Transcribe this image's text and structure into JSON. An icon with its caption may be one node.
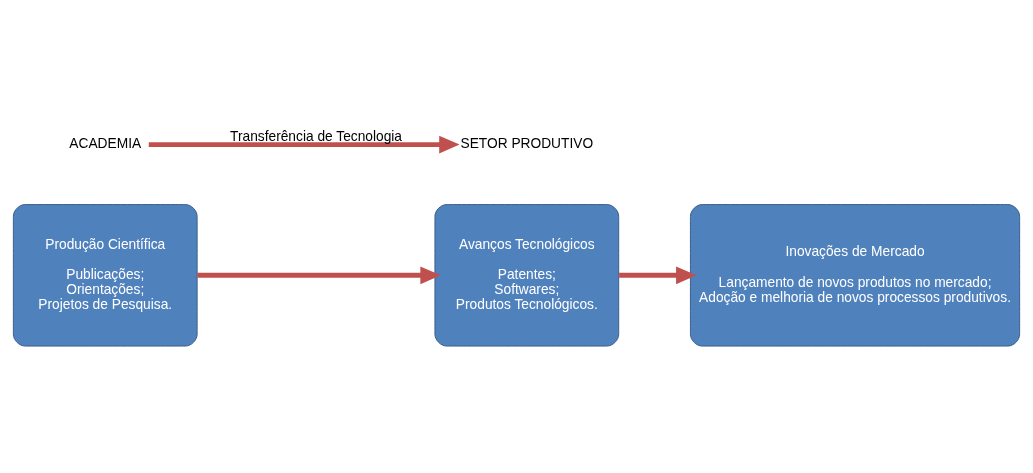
{
  "diagram": {
    "nodes": [
      {
        "text": [
          "ACADEMIA"
        ]
      },
      {
        "text": [
          "SETOR PRODUTIVO"
        ]
      },
      {
        "text": [
          "Produção Científica",
          "Publicações; Orientações; Projetos de Pesquisa."
        ]
      },
      {
        "text": [
          "Avanços Tecnológicos",
          "Patentes; Softwares; Produtos Tecnológicos."
        ]
      },
      {
        "text": [
          "Inovações de Mercado",
          "Lançamento de novos produtos no mercado; Adoção e melhoria de novos processos produtivos."
        ]
      }
    ],
    "edges": [
      {
        "from": 0,
        "to": 1,
        "arrow": "to",
        "label": "Transferência de Tecnologia"
      },
      {
        "from": 2,
        "to": 3,
        "arrow": "to"
      },
      {
        "from": 3,
        "to": 4,
        "arrow": "to"
      }
    ]
  }
}
